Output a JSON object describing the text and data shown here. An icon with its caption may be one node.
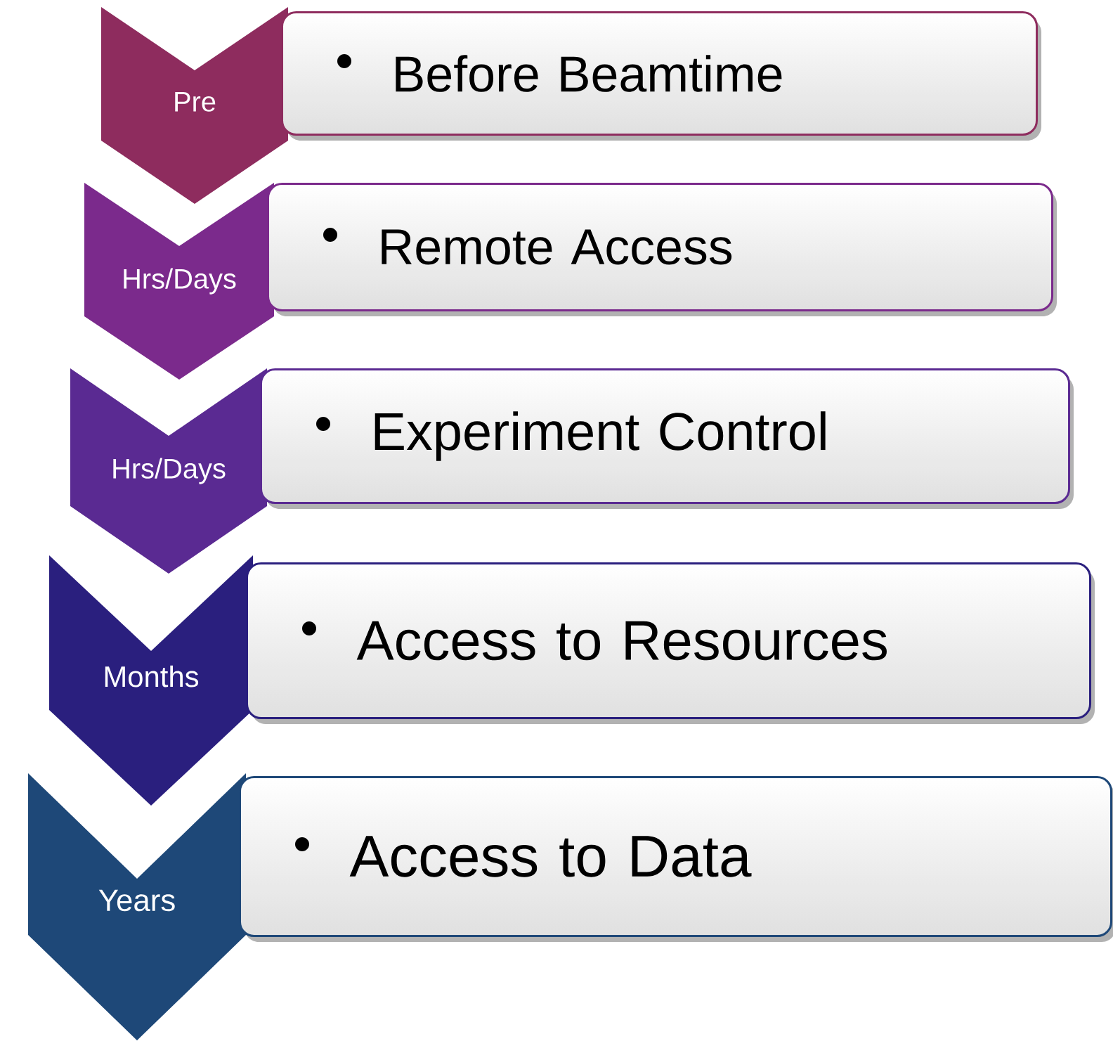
{
  "diagram": {
    "nodes": [
      {
        "text": [
          "Pre"
        ]
      },
      {
        "text": [
          "Before Beamtime"
        ]
      },
      {
        "text": [
          "Hrs/Days"
        ]
      },
      {
        "text": [
          "Remote Access"
        ]
      },
      {
        "text": [
          "Hrs/Days"
        ]
      },
      {
        "text": [
          "Experiment Control"
        ]
      },
      {
        "text": [
          "Months"
        ]
      },
      {
        "text": [
          "Access to Resources"
        ]
      },
      {
        "text": [
          "Years"
        ]
      },
      {
        "text": [
          "Access to Data"
        ]
      }
    ]
  }
}
